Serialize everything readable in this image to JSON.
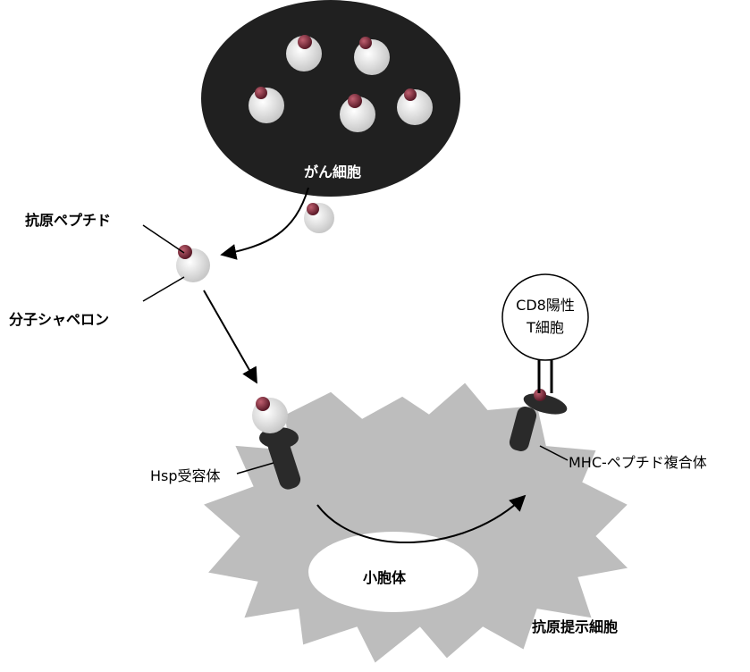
{
  "labels": {
    "cancer_cell": "がん細胞",
    "antigen_peptide": "抗原ペプチド",
    "chaperone": "分子シャペロン",
    "cd8_line1": "CD8陽性",
    "cd8_line2": "T細胞",
    "hsp_receptor": "Hsp受容体",
    "mhc_complex": "MHC-ペプチド複合体",
    "endosome": "小胞体",
    "apc": "抗原提示細胞"
  },
  "colors": {
    "cancer_cell_fill": "#202020",
    "apc_fill": "#bdbdbd",
    "chaperone_fill": "#e8e8e8",
    "peptide_fill": "#8a3040",
    "receptor_fill": "#2a2a2a"
  }
}
